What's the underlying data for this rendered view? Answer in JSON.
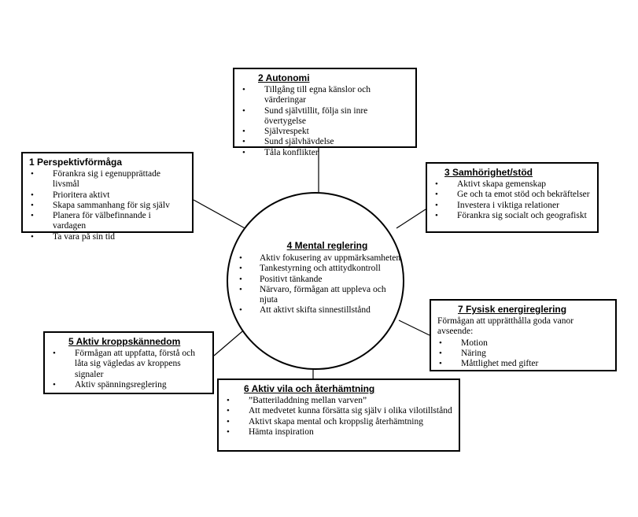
{
  "autonomi": {
    "title": "2 Autonomi",
    "items": [
      "Tillgång till egna känslor och värderingar",
      "Sund självtillit, följa sin inre övertygelse",
      "Självrespekt",
      "Sund självhävdelse",
      "Tåla konflikter"
    ]
  },
  "perspektiv": {
    "title": "1 Perspektivförmåga",
    "items": [
      "Förankra sig i egenupprättade livsmål",
      "Prioritera aktivt",
      "Skapa sammanhang för sig själv",
      "Planera för välbefinnande i vardagen",
      "Ta vara på sin tid"
    ]
  },
  "samhorighet": {
    "title": "3 Samhörighet/stöd",
    "items": [
      "Aktivt skapa gemenskap",
      "Ge och ta emot stöd och bekräftelser",
      "Investera i viktiga relationer",
      "Förankra sig socialt och geografiskt"
    ]
  },
  "mental": {
    "title": "4 Mental reglering",
    "items": [
      "Aktiv fokusering av uppmärksamheten",
      "Tankestyrning och attitydkontroll",
      "Positivt tänkande",
      "Närvaro, förmågan att uppleva och njuta",
      "Att aktivt skifta sinnestillstånd"
    ]
  },
  "fysisk": {
    "title": "7 Fysisk energireglering",
    "intro": "Förmågan att upprätthålla goda vanor avseende:",
    "items": [
      "Motion",
      "Näring",
      "Måttlighet med gifter"
    ]
  },
  "kropp": {
    "title": "5 Aktiv kroppskännedom",
    "items": [
      "Förmågan att uppfatta, förstå och låta sig vägledas av kroppens signaler",
      "Aktiv spänningsreglering"
    ]
  },
  "vila": {
    "title": "6 Aktiv vila och återhämtning",
    "items": [
      "”Batteriladdning mellan varven”",
      "Att medvetet kunna försätta sig själv i olika vilotillstånd",
      "Aktivt skapa mental och kroppslig återhämtning",
      "Hämta inspiration"
    ]
  }
}
